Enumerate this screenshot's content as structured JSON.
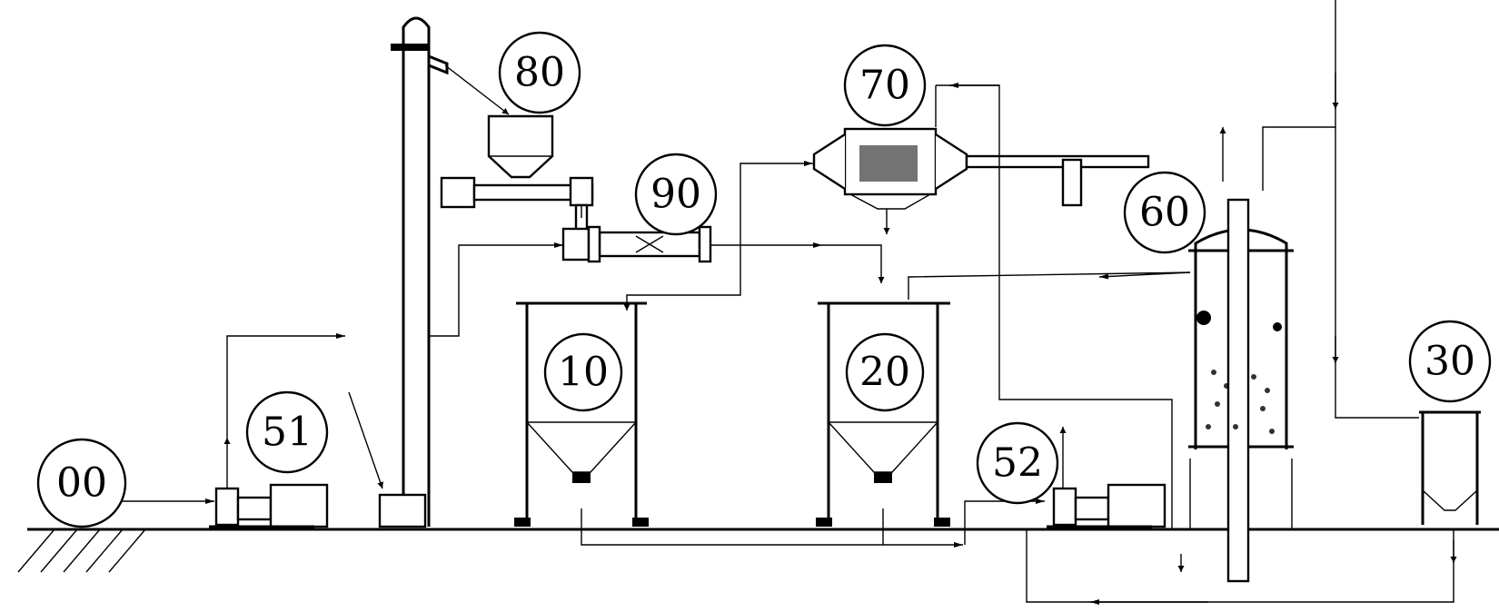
{
  "diagram": {
    "labels": {
      "source": "00",
      "tank_1": "10",
      "tank_2": "20",
      "tank_3": "30",
      "pump_1": "51",
      "pump_2": "52",
      "reactor": "60",
      "dryer": "70",
      "hopper": "80",
      "mixer": "90"
    },
    "colors": {
      "line": "#000000",
      "background": "#ffffff"
    }
  }
}
